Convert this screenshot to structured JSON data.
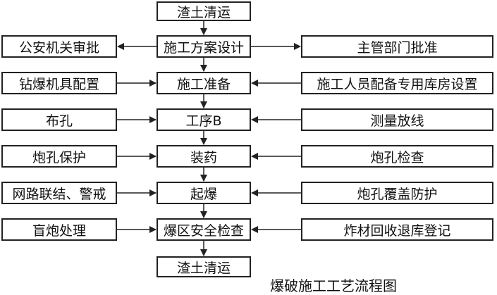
{
  "center_steps": [
    {
      "id": "clear-top",
      "label": "渣土清运"
    },
    {
      "id": "design",
      "label": "施工方案设计"
    },
    {
      "id": "prep",
      "label": "施工准备"
    },
    {
      "id": "process-b",
      "label": "工序B"
    },
    {
      "id": "charging",
      "label": "装药"
    },
    {
      "id": "blasting",
      "label": "起爆"
    },
    {
      "id": "inspection",
      "label": "爆区安全检查"
    },
    {
      "id": "clear-bottom",
      "label": "渣土清运"
    }
  ],
  "left_items": [
    {
      "label": "公安机关审批"
    },
    {
      "label": "钻爆机具配置"
    },
    {
      "label": "布孔"
    },
    {
      "label": "炮孔保护"
    },
    {
      "label": "网路联结、警戒"
    },
    {
      "label": "盲炮处理"
    }
  ],
  "right_items": [
    {
      "label": "主管部门批准"
    },
    {
      "label": "施工人员配备专用库房设置"
    },
    {
      "label": "测量放线"
    },
    {
      "label": "炮孔检查"
    },
    {
      "label": "炮孔覆盖防护"
    },
    {
      "label": "炸材回收退库登记"
    }
  ],
  "caption": "爆破施工工艺流程图"
}
